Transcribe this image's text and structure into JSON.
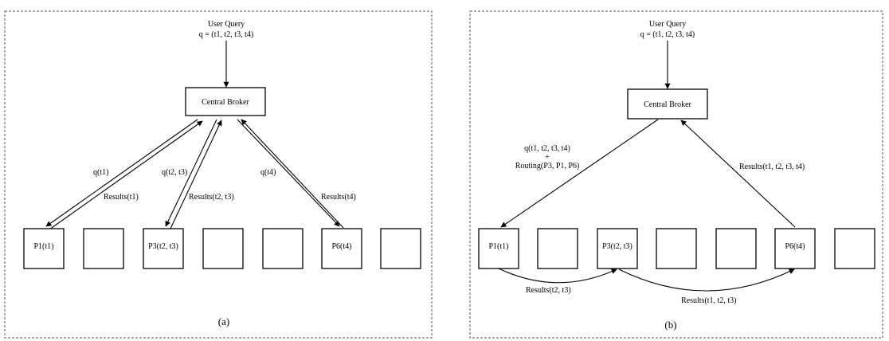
{
  "panel_a": {
    "caption": "(a)",
    "query_title": "User Query",
    "query_terms": "q = (t1, t2, t3, t4)",
    "broker_label": "Central Broker",
    "nodes": [
      "P1(t1)",
      "",
      "P3(t2, t3)",
      "",
      "",
      "P6(t4)",
      ""
    ],
    "edge_labels": {
      "q_t1": "q(t1)",
      "results_t1": "Results(t1)",
      "q_t2_t3": "q(t2, t3)",
      "results_t2_t3": "Results(t2, t3)",
      "q_t4": "q(t4)",
      "results_t4": "Results(t4)"
    }
  },
  "panel_b": {
    "caption": "(b)",
    "query_title": "User Query",
    "query_terms": "q = (t1, t2, t3, t4)",
    "broker_label": "Central Broker",
    "nodes": [
      "P1(t1)",
      "",
      "P3(t2, t3)",
      "",
      "",
      "P6(t4)",
      ""
    ],
    "edge_labels": {
      "forward_query": "q(t1, t2, t3, t4)",
      "forward_plus": "+",
      "forward_routing": "Routing(P3, P1, P6)",
      "final_results": "Results(t1, t2, t3, t4)",
      "p1_to_p3": "Results(t2, t3)",
      "p3_to_p6": "Results(t1, t2, t3)"
    }
  }
}
